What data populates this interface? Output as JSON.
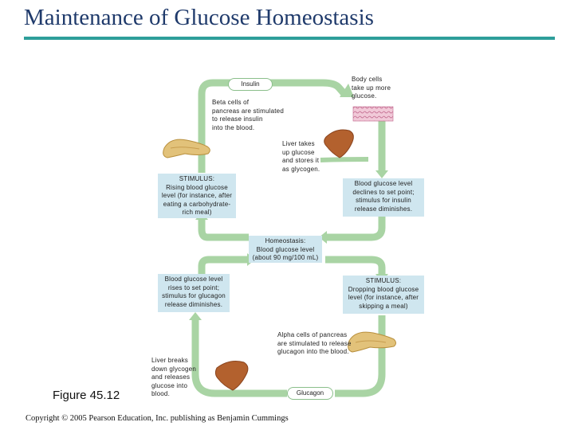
{
  "title": "Maintenance of Glucose Homeostasis",
  "labels": {
    "insulin": "Insulin",
    "beta_cells": "Beta cells of\npancreas are stimulated\nto release insulin\ninto the blood.",
    "body_cells": "Body cells\ntake up more\nglucose.",
    "liver_takes": "Liver takes\nup glucose\nand stores it\nas glycogen.",
    "stimulus_rising": "STIMULUS:\nRising blood glucose\nlevel (for instance, after\neating a carbohydrate-\nrich meal)",
    "declines": "Blood glucose level\ndeclines to set point;\nstimulus for insulin\nrelease diminishes.",
    "homeostasis": "Homeostasis:\nBlood glucose level\n(about 90 mg/100 mL)",
    "rises": "Blood glucose level\nrises to set point;\nstimulus for glucagon\nrelease diminishes.",
    "stimulus_dropping": "STIMULUS:\nDropping blood glucose\nlevel (for instance, after\nskipping a meal)",
    "alpha_cells": "Alpha cells of pancreas\nare stimulated to release\nglucagon into the blood.",
    "liver_breaks": "Liver breaks\ndown glycogen\nand releases\nglucose into\nblood.",
    "glucagon": "Glucagon"
  },
  "figure_label": "Figure 45.12",
  "copyright": "Copyright © 2005 Pearson Education, Inc. publishing as Benjamin Cummings",
  "colors": {
    "title": "#1f3a6b",
    "rule": "#2e9e9a",
    "arrow": "#a9d4a4",
    "box": "#cfe6ef",
    "pancreas": "#e2c27a",
    "liver": "#b3612e"
  }
}
